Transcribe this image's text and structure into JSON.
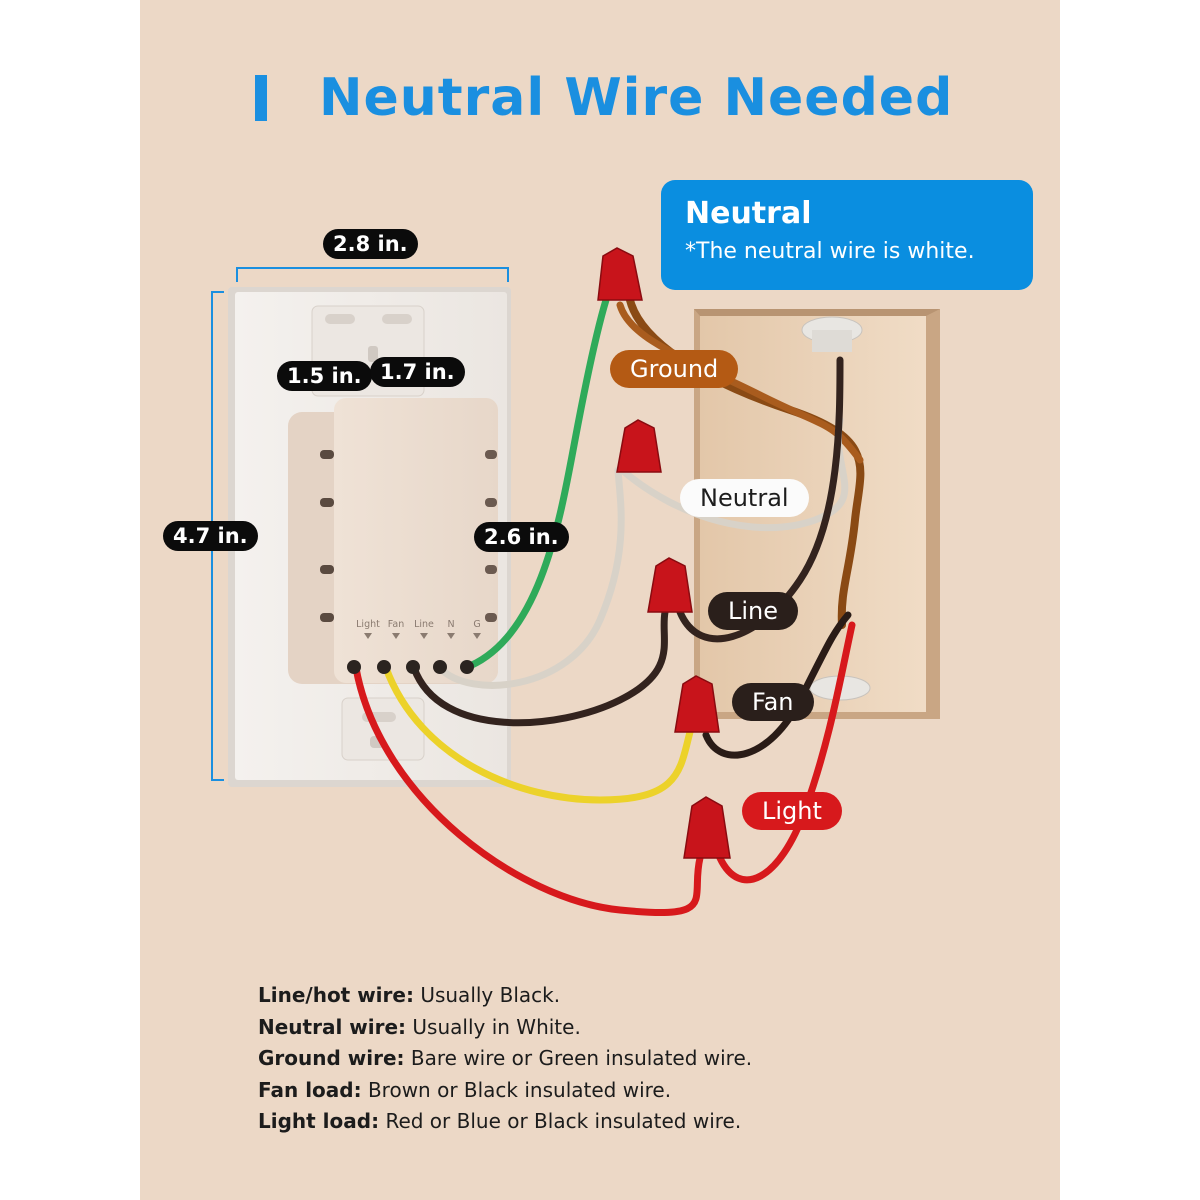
{
  "title": "Neutral Wire Needed",
  "callout": {
    "heading": "Neutral",
    "note": "*The neutral wire is white."
  },
  "dimensions": {
    "width": "2.8 in.",
    "height": "4.7 in.",
    "module_left": "1.5 in.",
    "module_right": "1.7 in.",
    "module_height": "2.6 in."
  },
  "terminals": [
    "Light",
    "Fan",
    "Line",
    "N",
    "G"
  ],
  "wire_labels": {
    "ground": "Ground",
    "neutral": "Neutral",
    "line": "Line",
    "fan": "Fan",
    "light": "Light"
  },
  "legend": [
    {
      "term": "Line/hot wire:",
      "desc": " Usually Black."
    },
    {
      "term": "Neutral wire:",
      "desc": " Usually in White."
    },
    {
      "term": "Ground wire:",
      "desc": " Bare wire or Green insulated wire."
    },
    {
      "term": "Fan load:",
      "desc": " Brown or Black insulated wire."
    },
    {
      "term": "Light load:",
      "desc": " Red or Blue or Black insulated wire."
    }
  ],
  "colors": {
    "accent": "#1a8fe0",
    "background": "#ecd8c6",
    "ground_wire": "#2faa5a",
    "neutral_wire": "#d8d2c8",
    "line_wire": "#33231e",
    "fan_wire": "#ecd22a",
    "light_wire": "#d7191c",
    "ground_label": "#b45a14",
    "connector": "#c8141b"
  }
}
